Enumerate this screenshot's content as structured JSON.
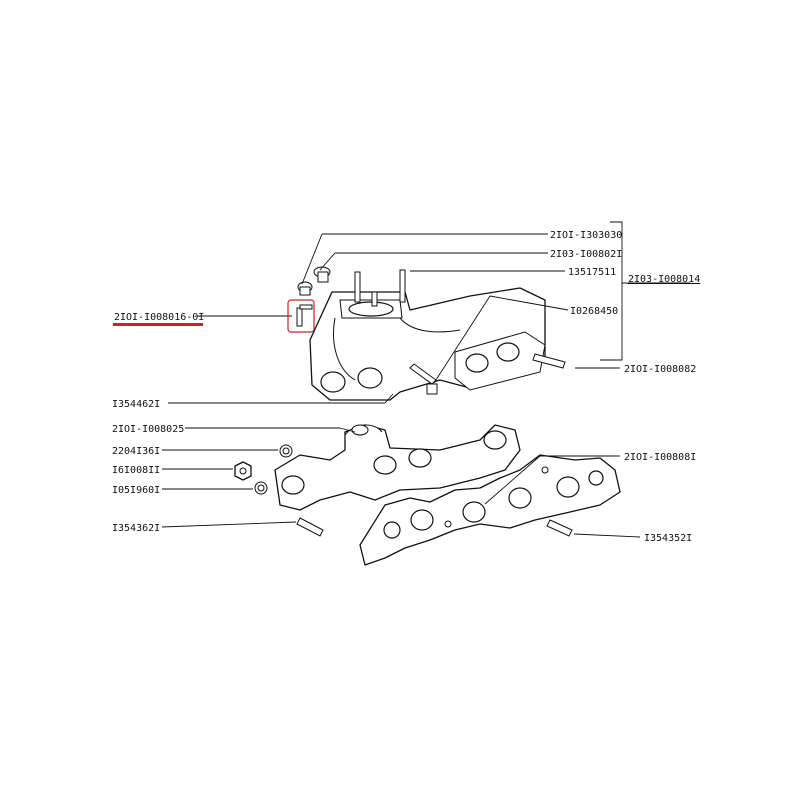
{
  "diagram": {
    "callouts": {
      "p_2101_1303030": "2IOI-I303030",
      "p_2103_1008021": "2I03-I00802I",
      "p_13517511": "13517511",
      "p_2103_1008014": "2I03-I008014",
      "p_10268450": "I0268450",
      "p_2101_1008016_01": "2IOI-I008016-0I",
      "p_2101_1008082": "2IOI-I008082",
      "p_1354462": "I354462I",
      "p_2101_1008025": "2IOI-I008025",
      "p_2204136": "2204I36I",
      "p_1610081": "I6I008II",
      "p_1051960": "I05I960I",
      "p_2101_1008081": "2IOI-I00808I",
      "p_1354362": "I354362I",
      "p_1354352": "I354352I"
    },
    "highlight_color": "#d21f1f",
    "line_color": "#111111"
  }
}
